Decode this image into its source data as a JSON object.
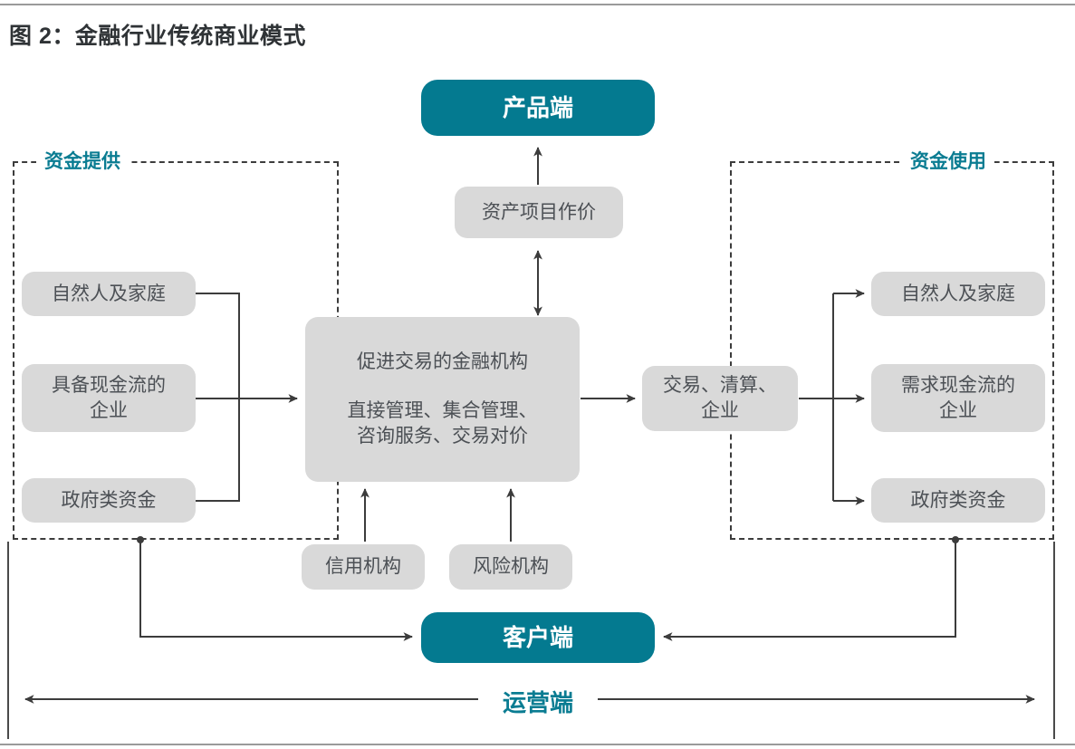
{
  "figure": {
    "title": "图 2：金融行业传统商业模式"
  },
  "colors": {
    "teal": "#047a90",
    "gray_node": "#d9d9d9",
    "node_text": "#4c5055",
    "label_text": "#0a7c92",
    "line": "#3c3c3c",
    "rule": "#9a9a9a"
  },
  "groups": {
    "supply": {
      "label": "资金提供"
    },
    "use": {
      "label": "资金使用"
    }
  },
  "nodes": {
    "product_end": "产品端",
    "asset_pricing": "资产项目作价",
    "institution_line1": "促进交易的金融机构",
    "institution_line2": "直接管理、集合管理、\n咨询服务、交易对价",
    "clearing": "交易、清算、\n企业",
    "client_end": "客户端",
    "credit_agency": "信用机构",
    "risk_agency": "风险机构",
    "operations_end": "运营端"
  },
  "supply_items": [
    {
      "label": "自然人及家庭"
    },
    {
      "label": "具备现金流的\n企业"
    },
    {
      "label": "政府类资金"
    }
  ],
  "use_items": [
    {
      "label": "自然人及家庭"
    },
    {
      "label": "需求现金流的\n企业"
    },
    {
      "label": "政府类资金"
    }
  ]
}
